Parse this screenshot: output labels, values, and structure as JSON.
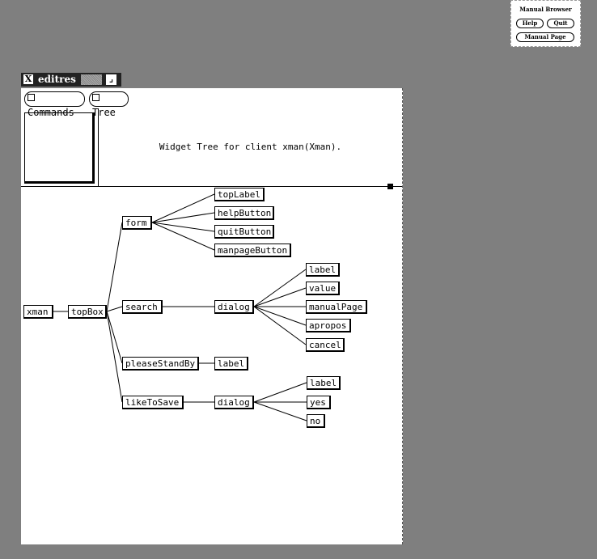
{
  "manual_browser": {
    "title": "Manual Browser",
    "help": "Help",
    "quit": "Quit",
    "manual_page": "Manual Page"
  },
  "window": {
    "title": "editres"
  },
  "menu": {
    "commands": "Commands",
    "tree": "Tree"
  },
  "message": "Widget Tree for client xman(Xman).",
  "tree": [
    {
      "id": "xman",
      "label": "xman",
      "parent": null
    },
    {
      "id": "topBox",
      "label": "topBox",
      "parent": "xman"
    },
    {
      "id": "form",
      "label": "form",
      "parent": "topBox"
    },
    {
      "id": "search",
      "label": "search",
      "parent": "topBox"
    },
    {
      "id": "pleaseStandBy",
      "label": "pleaseStandBy",
      "parent": "topBox"
    },
    {
      "id": "likeToSave",
      "label": "likeToSave",
      "parent": "topBox"
    },
    {
      "id": "topLabel",
      "label": "topLabel",
      "parent": "form"
    },
    {
      "id": "helpButton",
      "label": "helpButton",
      "parent": "form"
    },
    {
      "id": "quitButton",
      "label": "quitButton",
      "parent": "form"
    },
    {
      "id": "manpageButton",
      "label": "manpageButton",
      "parent": "form"
    },
    {
      "id": "dialog1",
      "label": "dialog",
      "parent": "search"
    },
    {
      "id": "label1",
      "label": "label",
      "parent": "pleaseStandBy"
    },
    {
      "id": "dialog2",
      "label": "dialog",
      "parent": "likeToSave"
    },
    {
      "id": "label2",
      "label": "label",
      "parent": "dialog1"
    },
    {
      "id": "value",
      "label": "value",
      "parent": "dialog1"
    },
    {
      "id": "manualPage",
      "label": "manualPage",
      "parent": "dialog1"
    },
    {
      "id": "apropos",
      "label": "apropos",
      "parent": "dialog1"
    },
    {
      "id": "cancel",
      "label": "cancel",
      "parent": "dialog1"
    },
    {
      "id": "label3",
      "label": "label",
      "parent": "dialog2"
    },
    {
      "id": "yes",
      "label": "yes",
      "parent": "dialog2"
    },
    {
      "id": "no",
      "label": "no",
      "parent": "dialog2"
    }
  ]
}
